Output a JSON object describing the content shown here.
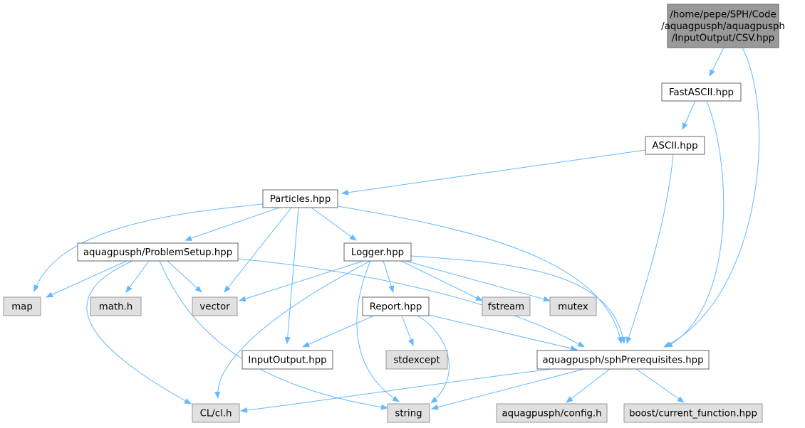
{
  "graph": {
    "nodes": [
      {
        "id": "root",
        "lines": [
          "/home/pepe/SPH/Code",
          "/aquagpusph/aquagpusph",
          "/InputOutput/CSV.hpp"
        ],
        "style": "root"
      },
      {
        "id": "fastascii",
        "lines": [
          "FastASCII.hpp"
        ],
        "style": "local"
      },
      {
        "id": "ascii",
        "lines": [
          "ASCII.hpp"
        ],
        "style": "local"
      },
      {
        "id": "particles",
        "lines": [
          "Particles.hpp"
        ],
        "style": "local"
      },
      {
        "id": "problemsetup",
        "lines": [
          "aquagpusph/ProblemSetup.hpp"
        ],
        "style": "local"
      },
      {
        "id": "logger",
        "lines": [
          "Logger.hpp"
        ],
        "style": "local"
      },
      {
        "id": "map",
        "lines": [
          "map"
        ],
        "style": "system"
      },
      {
        "id": "mathh",
        "lines": [
          "math.h"
        ],
        "style": "system"
      },
      {
        "id": "vector",
        "lines": [
          "vector"
        ],
        "style": "system"
      },
      {
        "id": "report",
        "lines": [
          "Report.hpp"
        ],
        "style": "local"
      },
      {
        "id": "fstream",
        "lines": [
          "fstream"
        ],
        "style": "system"
      },
      {
        "id": "mutex",
        "lines": [
          "mutex"
        ],
        "style": "system"
      },
      {
        "id": "inputoutput",
        "lines": [
          "InputOutput.hpp"
        ],
        "style": "local"
      },
      {
        "id": "stdexcept",
        "lines": [
          "stdexcept"
        ],
        "style": "system"
      },
      {
        "id": "sphprereq",
        "lines": [
          "aquagpusph/sphPrerequisites.hpp"
        ],
        "style": "local"
      },
      {
        "id": "clh",
        "lines": [
          "CL/cl.h"
        ],
        "style": "system"
      },
      {
        "id": "string",
        "lines": [
          "string"
        ],
        "style": "system"
      },
      {
        "id": "config",
        "lines": [
          "aquagpusph/config.h"
        ],
        "style": "system"
      },
      {
        "id": "boostfn",
        "lines": [
          "boost/current_function.hpp"
        ],
        "style": "system"
      }
    ],
    "edges": [
      [
        "root",
        "fastascii"
      ],
      [
        "root",
        "sphprereq"
      ],
      [
        "fastascii",
        "ascii"
      ],
      [
        "fastascii",
        "sphprereq"
      ],
      [
        "ascii",
        "particles"
      ],
      [
        "ascii",
        "sphprereq"
      ],
      [
        "particles",
        "map"
      ],
      [
        "particles",
        "problemsetup"
      ],
      [
        "particles",
        "vector"
      ],
      [
        "particles",
        "inputoutput"
      ],
      [
        "particles",
        "logger"
      ],
      [
        "particles",
        "sphprereq"
      ],
      [
        "problemsetup",
        "map"
      ],
      [
        "problemsetup",
        "clh"
      ],
      [
        "problemsetup",
        "mathh"
      ],
      [
        "problemsetup",
        "vector"
      ],
      [
        "problemsetup",
        "string"
      ],
      [
        "problemsetup",
        "sphprereq"
      ],
      [
        "logger",
        "vector"
      ],
      [
        "logger",
        "clh"
      ],
      [
        "logger",
        "string"
      ],
      [
        "logger",
        "report"
      ],
      [
        "logger",
        "fstream"
      ],
      [
        "logger",
        "mutex"
      ],
      [
        "logger",
        "sphprereq"
      ],
      [
        "report",
        "inputoutput"
      ],
      [
        "report",
        "stdexcept"
      ],
      [
        "report",
        "string"
      ],
      [
        "report",
        "sphprereq"
      ],
      [
        "sphprereq",
        "clh"
      ],
      [
        "sphprereq",
        "string"
      ],
      [
        "sphprereq",
        "config"
      ],
      [
        "sphprereq",
        "boostfn"
      ]
    ],
    "colors": {
      "edge": "#63b8ff",
      "root_fill": "#999999",
      "root_stroke": "#666666",
      "local_fill": "#ffffff",
      "local_stroke": "#666666",
      "system_fill": "#e0e0e0",
      "system_stroke": "#999999"
    }
  }
}
